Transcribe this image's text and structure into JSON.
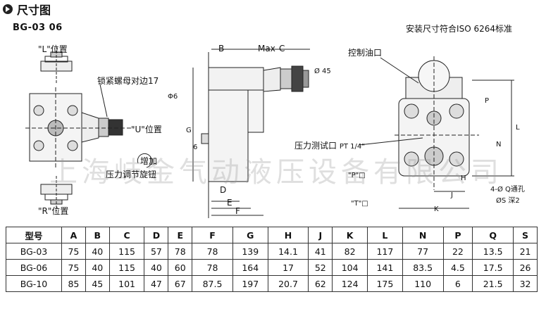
{
  "header": {
    "title": "尺寸图"
  },
  "model_label": "BG-03  06",
  "standard_note": "安装尺寸符合ISO 6264标准",
  "labels": {
    "l_pos": "\"L\"位置",
    "u_pos": "\"U\"位置",
    "r_pos": "\"R\"位置",
    "locknut": "锁紧螺母对边17",
    "increase": "增加",
    "pressure_knob": "压力调节旋钮",
    "control_port": "控制油口",
    "gauge_port": "压力测试口",
    "gauge_thread": "PT 1/4\"",
    "p_port": "\"P\"□",
    "t_port": "\"T\"□",
    "q_holes": "4-Ø Q通孔",
    "s_depth": "ØS 深2",
    "dim_B": "B",
    "dim_maxC": "Max",
    "dim_C": "C",
    "dim_phi45": "Ø 45",
    "dim_phi6": "Φ6",
    "dim_G": "G",
    "dim_6": "6",
    "dim_D": "D",
    "dim_E": "E",
    "dim_F": "F",
    "dim_P": "P",
    "dim_L": "L",
    "dim_N": "N",
    "dim_H": "H",
    "dim_J": "J",
    "dim_K": "K"
  },
  "watermark": "上海岐金气动液压设备有限公司",
  "table": {
    "headers": [
      "型号",
      "A",
      "B",
      "C",
      "D",
      "E",
      "F",
      "G",
      "H",
      "J",
      "K",
      "L",
      "N",
      "P",
      "Q",
      "S"
    ],
    "rows": [
      [
        "BG-03",
        "75",
        "40",
        "115",
        "57",
        "78",
        "78",
        "139",
        "14.1",
        "41",
        "82",
        "117",
        "77",
        "22",
        "13.5",
        "21"
      ],
      [
        "BG-06",
        "75",
        "40",
        "115",
        "40",
        "60",
        "78",
        "164",
        "17",
        "52",
        "104",
        "141",
        "83.5",
        "4.5",
        "17.5",
        "26"
      ],
      [
        "BG-10",
        "85",
        "45",
        "101",
        "47",
        "67",
        "87.5",
        "197",
        "20.7",
        "62",
        "124",
        "175",
        "110",
        "6",
        "21.5",
        "32"
      ]
    ]
  }
}
